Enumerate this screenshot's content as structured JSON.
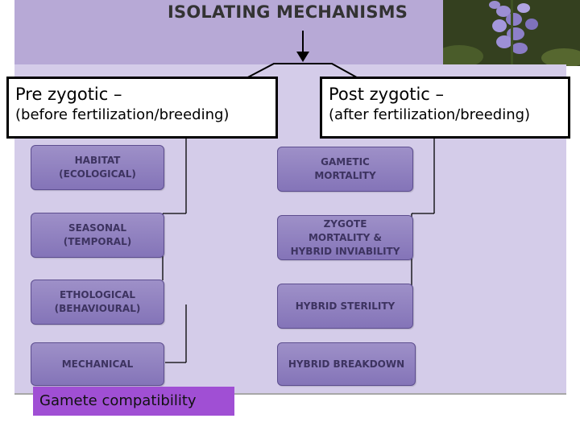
{
  "title": "ISOLATING MECHANISMS",
  "pre_zygotic": {
    "heading": "Pre zygotic –",
    "subtitle": "(before fertilization/breeding)",
    "boxes": [
      [
        "HABITAT",
        "(ECOLOGICAL)"
      ],
      [
        "SEASONAL",
        "(TEMPORAL)"
      ],
      [
        "ETHOLOGICAL",
        "(BEHAVIOURAL)"
      ],
      [
        "MECHANICAL"
      ]
    ]
  },
  "post_zygotic": {
    "heading": "Post zygotic –",
    "subtitle": "(after fertilization/breeding)",
    "boxes": [
      [
        "GAMETIC",
        "MORTALITY"
      ],
      [
        "ZYGOTE",
        "MORTALITY &",
        "HYBRID INVIABILITY"
      ],
      [
        "HYBRID STERILITY"
      ],
      [
        "HYBRID BREAKDOWN"
      ]
    ]
  },
  "gamete_note": "Gamete compatibility",
  "colors": {
    "panel": "#d4cce9",
    "header": "#b7a9d6",
    "box": "#8f80c0",
    "note": "#a04fd4"
  }
}
